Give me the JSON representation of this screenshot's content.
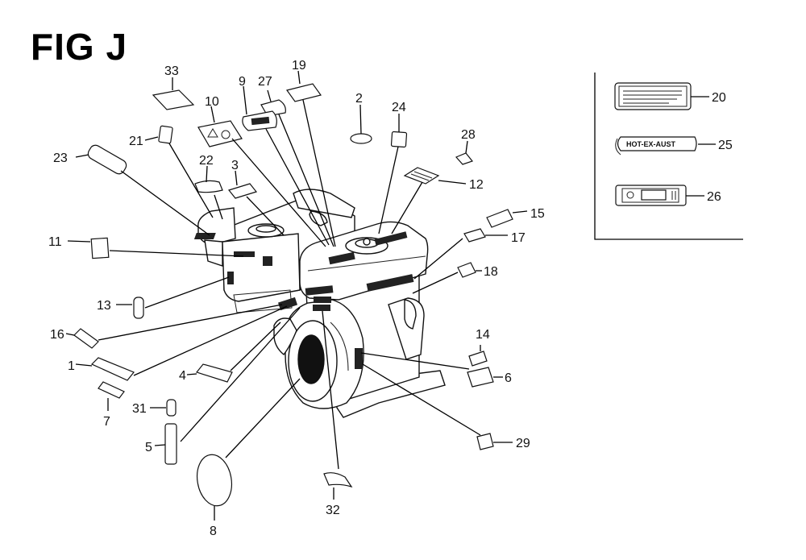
{
  "figure": {
    "title": "FIG J"
  },
  "callouts": {
    "c1": "1",
    "c2": "2",
    "c3": "3",
    "c4": "4",
    "c5": "5",
    "c6": "6",
    "c7": "7",
    "c8": "8",
    "c9": "9",
    "c10": "10",
    "c11": "11",
    "c12": "12",
    "c13": "13",
    "c14": "14",
    "c15": "15",
    "c16": "16",
    "c17": "17",
    "c18": "18",
    "c19": "19",
    "c20": "20",
    "c21": "21",
    "c22": "22",
    "c23": "23",
    "c24": "24",
    "c25": "25",
    "c26": "26",
    "c27": "27",
    "c28": "28",
    "c29": "29",
    "c31": "31",
    "c32": "32",
    "c33": "33"
  },
  "inset": {
    "hot_exhaust_text": "HOT-EX-AUST"
  }
}
